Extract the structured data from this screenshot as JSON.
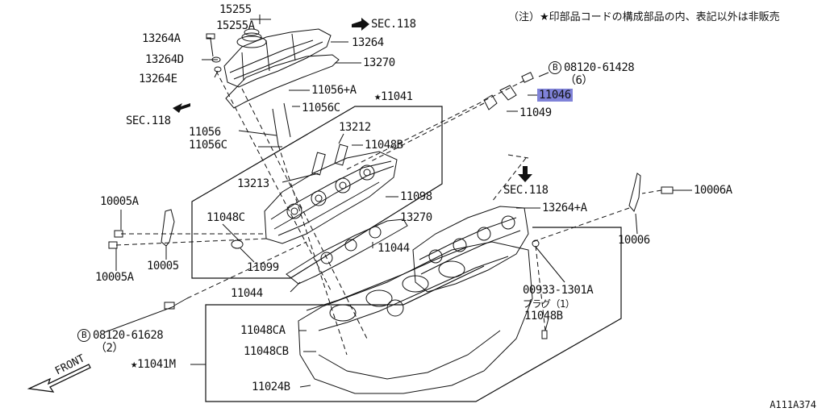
{
  "note": "（注）★印部品コードの構成部品の内、表記以外は非販売",
  "figure_code": "A111A374",
  "front_label": "FRONT",
  "bolt_symbol": "B",
  "labels": {
    "p15255": "15255",
    "p15255a": "15255A",
    "sec118_top": "SEC.118",
    "p13264a": "13264A",
    "p13264": "13264",
    "p13264d": "13264D",
    "p13270_top": "13270",
    "p13264e": "13264E",
    "p11056a": "11056+A",
    "p11041": "11041",
    "p11056c_r": "11056C",
    "sec118_left": "SEC.118",
    "p11056": "11056",
    "p11056c_l": "11056C",
    "p13212": "13212",
    "p11048b_top": "11048B",
    "bolt_top": "08120-61428",
    "bolt_top_qty": "（6）",
    "p11046": "11046",
    "p11049": "11049",
    "p13213": "13213",
    "p11098": "11098",
    "sec118_mid": "SEC.118",
    "p13264a_right": "13264+A",
    "p13270_mid": "13270",
    "p10006a": "10006A",
    "p10005a_top": "10005A",
    "p11048c": "11048C",
    "p11044_mid": "11044",
    "p10006": "10006",
    "p10005": "10005",
    "p11099": "11099",
    "p10005a_bot": "10005A",
    "p11044_bot": "11044",
    "p00933": "00933-1301A",
    "plug": "プラグ（1）",
    "p11048b_bot": "11048B",
    "bolt_bot": "08120-61628",
    "bolt_bot_qty": "（2）",
    "p11048ca": "11048CA",
    "p11048cb": "11048CB",
    "p11041m": "11041M",
    "p11024b": "11024B"
  },
  "star_symbol": "★",
  "highlight_color": "#7f82d8"
}
